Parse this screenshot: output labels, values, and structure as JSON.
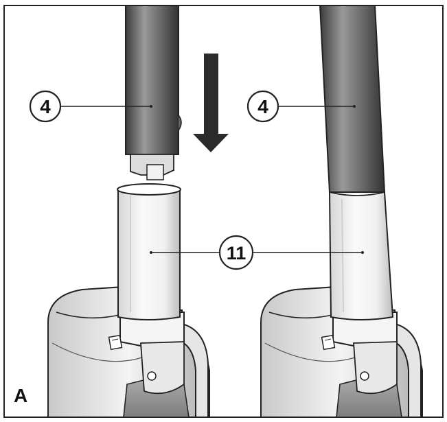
{
  "callouts": {
    "tube_left": "4",
    "tube_right": "4",
    "socket_shared": "11"
  },
  "panel_label": "A",
  "colors": {
    "tube_dark": "#4a4a4a",
    "tube_mid": "#8a8a8a",
    "tube_light": "#c8c8c8",
    "socket_light": "#f2f2f2",
    "socket_shade": "#cfcfcf",
    "body_shade": "#9a9a9a",
    "outline": "#222222",
    "arrow": "#2b2b2b"
  },
  "icons": {
    "direction": "arrow-down-icon"
  }
}
